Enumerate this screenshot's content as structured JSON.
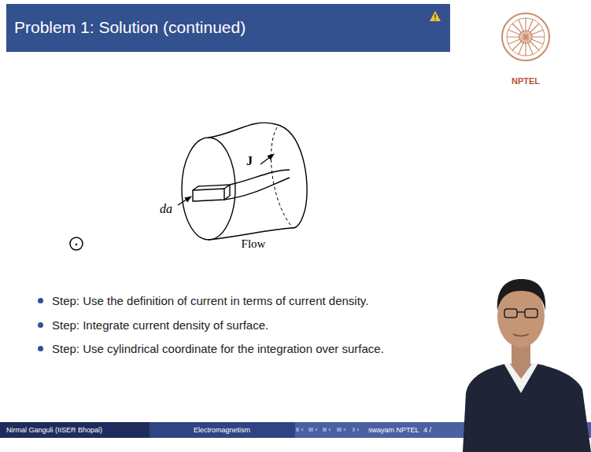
{
  "diagram": {
    "title": "Problem 1: Solution (continued)",
    "labels": [
      "J",
      "da",
      "Flow",
      "Step: Use the definition of current in terms of current density.",
      "Step: Integrate current density of surface.",
      "Step: Use cylindrical coordinate for the integration over surface.",
      "NPTEL",
      "Nirmal Ganguli (IISER Bhopal)",
      "Electromagnetism",
      "swayam NPTEL",
      "4 /"
    ]
  }
}
